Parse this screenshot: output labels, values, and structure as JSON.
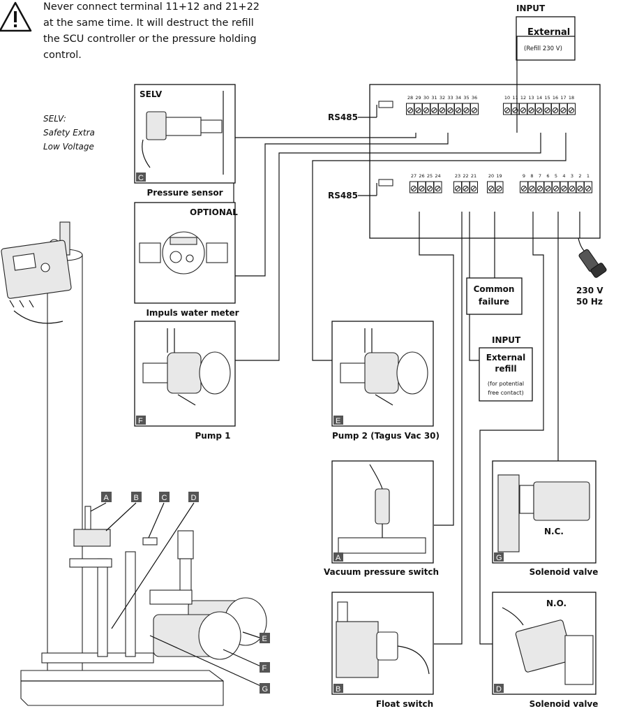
{
  "warning": {
    "lines": [
      "Never connect terminal 11+12 and 21+22",
      "at the same time. It will destruct the refill",
      "the SCU controller or the pressure holding",
      "control."
    ]
  },
  "selv_note": [
    "SELV:",
    "Safety Extra",
    "Low Voltage"
  ],
  "input_top": {
    "heading": "INPUT",
    "title": "External",
    "sub": "(Refill 230 V)"
  },
  "input_mid": {
    "heading": "INPUT",
    "title1": "External",
    "title2": "refill",
    "sub1": "(for potential",
    "sub2": "free contact)"
  },
  "rs485_label": "RS485",
  "common_failure": [
    "Common",
    "failure"
  ],
  "power": {
    "volt": "230 V",
    "freq": "50 Hz"
  },
  "terminals": {
    "top_a": [
      "28",
      "29",
      "30",
      "31",
      "32",
      "33",
      "34",
      "35",
      "36"
    ],
    "top_b": [
      "10",
      "11",
      "12",
      "13",
      "14",
      "15",
      "16",
      "17",
      "18"
    ],
    "bot_a": [
      "27",
      "26",
      "25",
      "24"
    ],
    "bot_b": [
      "23",
      "22",
      "21"
    ],
    "bot_c": [
      "20",
      "19"
    ],
    "bot_d": [
      "9",
      "8",
      "7",
      "6",
      "5",
      "4",
      "3",
      "2",
      "1"
    ]
  },
  "components": {
    "pressure_sensor": {
      "letter": "C",
      "tag": "SELV",
      "caption": "Pressure sensor"
    },
    "water_meter": {
      "tag": "OPTIONAL",
      "caption": "Impuls water meter"
    },
    "pump1": {
      "letter": "F",
      "caption": "Pump 1"
    },
    "pump2": {
      "letter": "E",
      "caption": "Pump 2 (Tagus Vac 30)"
    },
    "vacuum_switch": {
      "letter": "A",
      "caption": "Vacuum pressure switch"
    },
    "float_switch": {
      "letter": "B",
      "caption": "Float switch"
    },
    "solenoid_g": {
      "letter": "G",
      "tag": "N.C.",
      "caption": "Solenoid valve"
    },
    "solenoid_d": {
      "letter": "D",
      "tag": "N.O.",
      "caption": "Solenoid valve"
    }
  },
  "callouts": [
    "A",
    "B",
    "C",
    "D",
    "E",
    "F",
    "G"
  ]
}
